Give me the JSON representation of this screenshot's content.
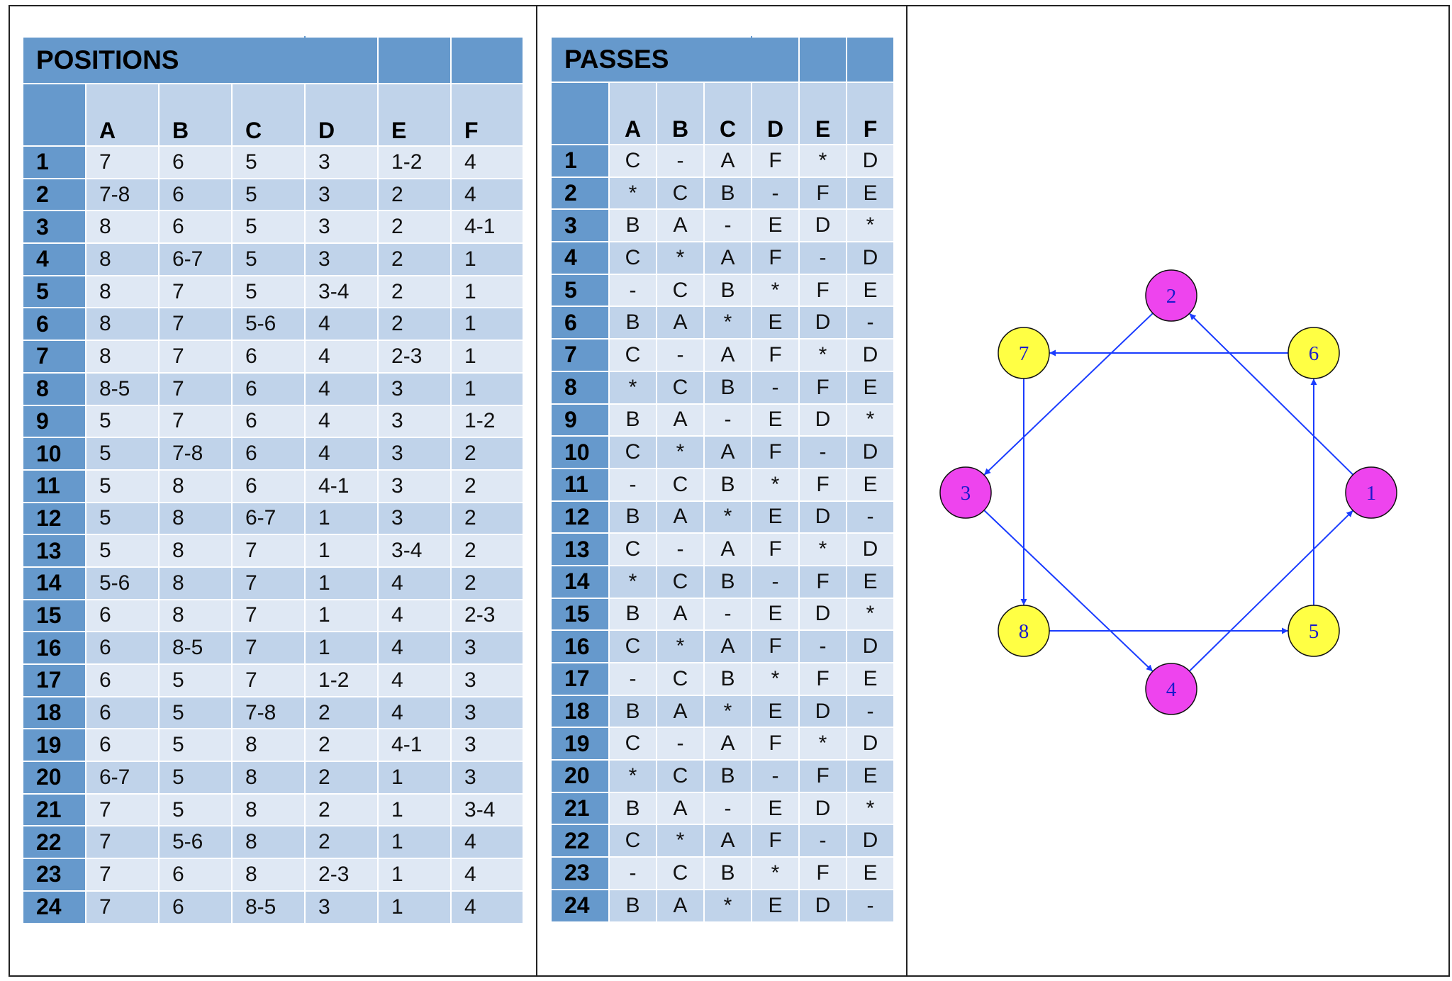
{
  "positions": {
    "title": "POSITIONS",
    "columns": [
      "A",
      "B",
      "C",
      "D",
      "E",
      "F"
    ],
    "rows": [
      {
        "n": "1",
        "cells": [
          "7",
          "6",
          "5",
          "3",
          "1-2",
          "4"
        ]
      },
      {
        "n": "2",
        "cells": [
          "7-8",
          "6",
          "5",
          "3",
          "2",
          "4"
        ]
      },
      {
        "n": "3",
        "cells": [
          "8",
          "6",
          "5",
          "3",
          "2",
          "4-1"
        ]
      },
      {
        "n": "4",
        "cells": [
          "8",
          "6-7",
          "5",
          "3",
          "2",
          "1"
        ]
      },
      {
        "n": "5",
        "cells": [
          "8",
          "7",
          "5",
          "3-4",
          "2",
          "1"
        ]
      },
      {
        "n": "6",
        "cells": [
          "8",
          "7",
          "5-6",
          "4",
          "2",
          "1"
        ]
      },
      {
        "n": "7",
        "cells": [
          "8",
          "7",
          "6",
          "4",
          "2-3",
          "1"
        ]
      },
      {
        "n": "8",
        "cells": [
          "8-5",
          "7",
          "6",
          "4",
          "3",
          "1"
        ]
      },
      {
        "n": "9",
        "cells": [
          "5",
          "7",
          "6",
          "4",
          "3",
          "1-2"
        ]
      },
      {
        "n": "10",
        "cells": [
          "5",
          "7-8",
          "6",
          "4",
          "3",
          "2"
        ]
      },
      {
        "n": "11",
        "cells": [
          "5",
          "8",
          "6",
          "4-1",
          "3",
          "2"
        ]
      },
      {
        "n": "12",
        "cells": [
          "5",
          "8",
          "6-7",
          "1",
          "3",
          "2"
        ]
      },
      {
        "n": "13",
        "cells": [
          "5",
          "8",
          "7",
          "1",
          "3-4",
          "2"
        ]
      },
      {
        "n": "14",
        "cells": [
          "5-6",
          "8",
          "7",
          "1",
          "4",
          "2"
        ]
      },
      {
        "n": "15",
        "cells": [
          "6",
          "8",
          "7",
          "1",
          "4",
          "2-3"
        ]
      },
      {
        "n": "16",
        "cells": [
          "6",
          "8-5",
          "7",
          "1",
          "4",
          "3"
        ]
      },
      {
        "n": "17",
        "cells": [
          "6",
          "5",
          "7",
          "1-2",
          "4",
          "3"
        ]
      },
      {
        "n": "18",
        "cells": [
          "6",
          "5",
          "7-8",
          "2",
          "4",
          "3"
        ]
      },
      {
        "n": "19",
        "cells": [
          "6",
          "5",
          "8",
          "2",
          "4-1",
          "3"
        ]
      },
      {
        "n": "20",
        "cells": [
          "6-7",
          "5",
          "8",
          "2",
          "1",
          "3"
        ]
      },
      {
        "n": "21",
        "cells": [
          "7",
          "5",
          "8",
          "2",
          "1",
          "3-4"
        ]
      },
      {
        "n": "22",
        "cells": [
          "7",
          "5-6",
          "8",
          "2",
          "1",
          "4"
        ]
      },
      {
        "n": "23",
        "cells": [
          "7",
          "6",
          "8",
          "2-3",
          "1",
          "4"
        ]
      },
      {
        "n": "24",
        "cells": [
          "7",
          "6",
          "8-5",
          "3",
          "1",
          "4"
        ]
      }
    ]
  },
  "passes": {
    "title": "PASSES",
    "columns": [
      "A",
      "B",
      "C",
      "D",
      "E",
      "F"
    ],
    "rows": [
      {
        "n": "1",
        "cells": [
          "C",
          "-",
          "A",
          "F",
          "*",
          "D"
        ]
      },
      {
        "n": "2",
        "cells": [
          "*",
          "C",
          "B",
          "-",
          "F",
          "E"
        ]
      },
      {
        "n": "3",
        "cells": [
          "B",
          "A",
          "-",
          "E",
          "D",
          "*"
        ]
      },
      {
        "n": "4",
        "cells": [
          "C",
          "*",
          "A",
          "F",
          "-",
          "D"
        ]
      },
      {
        "n": "5",
        "cells": [
          "-",
          "C",
          "B",
          "*",
          "F",
          "E"
        ]
      },
      {
        "n": "6",
        "cells": [
          "B",
          "A",
          "*",
          "E",
          "D",
          "-"
        ]
      },
      {
        "n": "7",
        "cells": [
          "C",
          "-",
          "A",
          "F",
          "*",
          "D"
        ]
      },
      {
        "n": "8",
        "cells": [
          "*",
          "C",
          "B",
          "-",
          "F",
          "E"
        ]
      },
      {
        "n": "9",
        "cells": [
          "B",
          "A",
          "-",
          "E",
          "D",
          "*"
        ]
      },
      {
        "n": "10",
        "cells": [
          "C",
          "*",
          "A",
          "F",
          "-",
          "D"
        ]
      },
      {
        "n": "11",
        "cells": [
          "-",
          "C",
          "B",
          "*",
          "F",
          "E"
        ]
      },
      {
        "n": "12",
        "cells": [
          "B",
          "A",
          "*",
          "E",
          "D",
          "-"
        ]
      },
      {
        "n": "13",
        "cells": [
          "C",
          "-",
          "A",
          "F",
          "*",
          "D"
        ]
      },
      {
        "n": "14",
        "cells": [
          "*",
          "C",
          "B",
          "-",
          "F",
          "E"
        ]
      },
      {
        "n": "15",
        "cells": [
          "B",
          "A",
          "-",
          "E",
          "D",
          "*"
        ]
      },
      {
        "n": "16",
        "cells": [
          "C",
          "*",
          "A",
          "F",
          "-",
          "D"
        ]
      },
      {
        "n": "17",
        "cells": [
          "-",
          "C",
          "B",
          "*",
          "F",
          "E"
        ]
      },
      {
        "n": "18",
        "cells": [
          "B",
          "A",
          "*",
          "E",
          "D",
          "-"
        ]
      },
      {
        "n": "19",
        "cells": [
          "C",
          "-",
          "A",
          "F",
          "*",
          "D"
        ]
      },
      {
        "n": "20",
        "cells": [
          "*",
          "C",
          "B",
          "-",
          "F",
          "E"
        ]
      },
      {
        "n": "21",
        "cells": [
          "B",
          "A",
          "-",
          "E",
          "D",
          "*"
        ]
      },
      {
        "n": "22",
        "cells": [
          "C",
          "*",
          "A",
          "F",
          "-",
          "D"
        ]
      },
      {
        "n": "23",
        "cells": [
          "-",
          "C",
          "B",
          "*",
          "F",
          "E"
        ]
      },
      {
        "n": "24",
        "cells": [
          "B",
          "A",
          "*",
          "E",
          "D",
          "-"
        ]
      }
    ]
  },
  "graph": {
    "nodes": [
      {
        "id": "1",
        "color": "#ee44ee"
      },
      {
        "id": "2",
        "color": "#ee44ee"
      },
      {
        "id": "3",
        "color": "#ee44ee"
      },
      {
        "id": "4",
        "color": "#ee44ee"
      },
      {
        "id": "5",
        "color": "#ffff44"
      },
      {
        "id": "6",
        "color": "#ffff44"
      },
      {
        "id": "7",
        "color": "#ffff44"
      },
      {
        "id": "8",
        "color": "#ffff44"
      }
    ],
    "edges": [
      [
        "1",
        "2"
      ],
      [
        "2",
        "3"
      ],
      [
        "3",
        "4"
      ],
      [
        "4",
        "1"
      ],
      [
        "5",
        "6"
      ],
      [
        "6",
        "7"
      ],
      [
        "7",
        "8"
      ],
      [
        "8",
        "5"
      ]
    ],
    "edge_color": "#1a3cff"
  }
}
